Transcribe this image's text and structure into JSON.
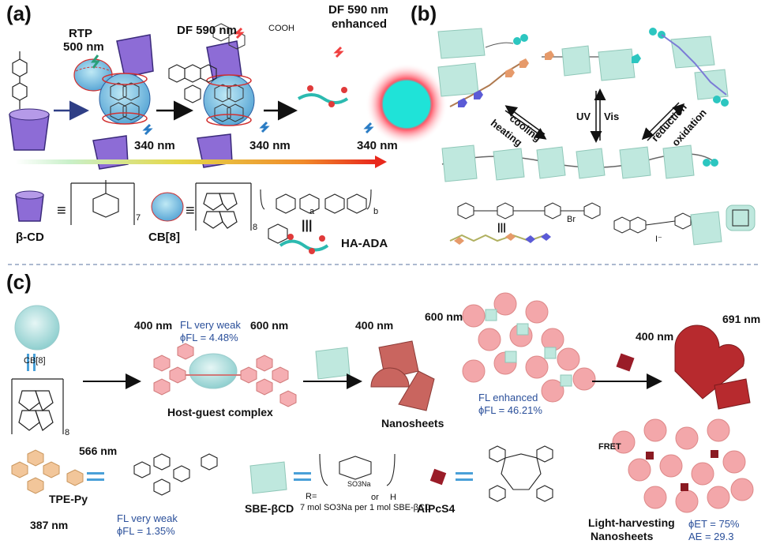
{
  "panels": {
    "a": {
      "label": "(a)",
      "rtp": "RTP",
      "rtp_wavelength": "500 nm",
      "df": "DF 590 nm",
      "df_enhanced_1": "DF 590 nm",
      "df_enhanced_2": "enhanced",
      "excitation": "340 nm",
      "cooh": "COOH",
      "beta_cd": "β-CD",
      "cb8": "CB[8]",
      "ha_ada": "HA-ADA",
      "equiv": "≡",
      "parallel": "|||",
      "sub7": "7",
      "sub8": "8",
      "suba": "a",
      "subb": "b"
    },
    "b": {
      "label": "(b)",
      "cooling": "cooling",
      "heating": "heating",
      "uv": "UV",
      "vis": "Vis",
      "reduction": "reduction",
      "oxidation": "oxidation",
      "br": "Br",
      "iodide": "I⁻",
      "parallel": "|||"
    },
    "c": {
      "label": "(c)",
      "cb8": "CB[8]",
      "sub8": "8",
      "host_guest": "Host-guest complex",
      "fl_very_weak": "FL very weak",
      "phi_448": "ϕFL = 4.48%",
      "nm400a": "400 nm",
      "nm600a": "600 nm",
      "nm400b": "400 nm",
      "nm600b": "600 nm",
      "nanosheets": "Nanosheets",
      "fl_enhanced": "FL enhanced",
      "phi_4621": "ϕFL = 46.21%",
      "nm400c": "400 nm",
      "nm691": "691 nm",
      "fret": "FRET",
      "light_harvesting_1": "Light-harvesting",
      "light_harvesting_2": "Nanosheets",
      "phi_et": "ϕET = 75%",
      "ae": "AE = 29.3",
      "nm566": "566 nm",
      "nm387": "387 nm",
      "tpe_py": "TPE-Py",
      "fl_very_weak2": "FL very weak",
      "phi_135": "ϕFL = 1.35%",
      "sbe_bcd": "SBE-βCD",
      "sbe_note": "7 mol SO3Na per 1 mol SBE-βCD",
      "r_eq": "R=",
      "or": "or",
      "h": "H",
      "so3na": "SO3Na",
      "alpcs4": "AlPcS4"
    }
  }
}
